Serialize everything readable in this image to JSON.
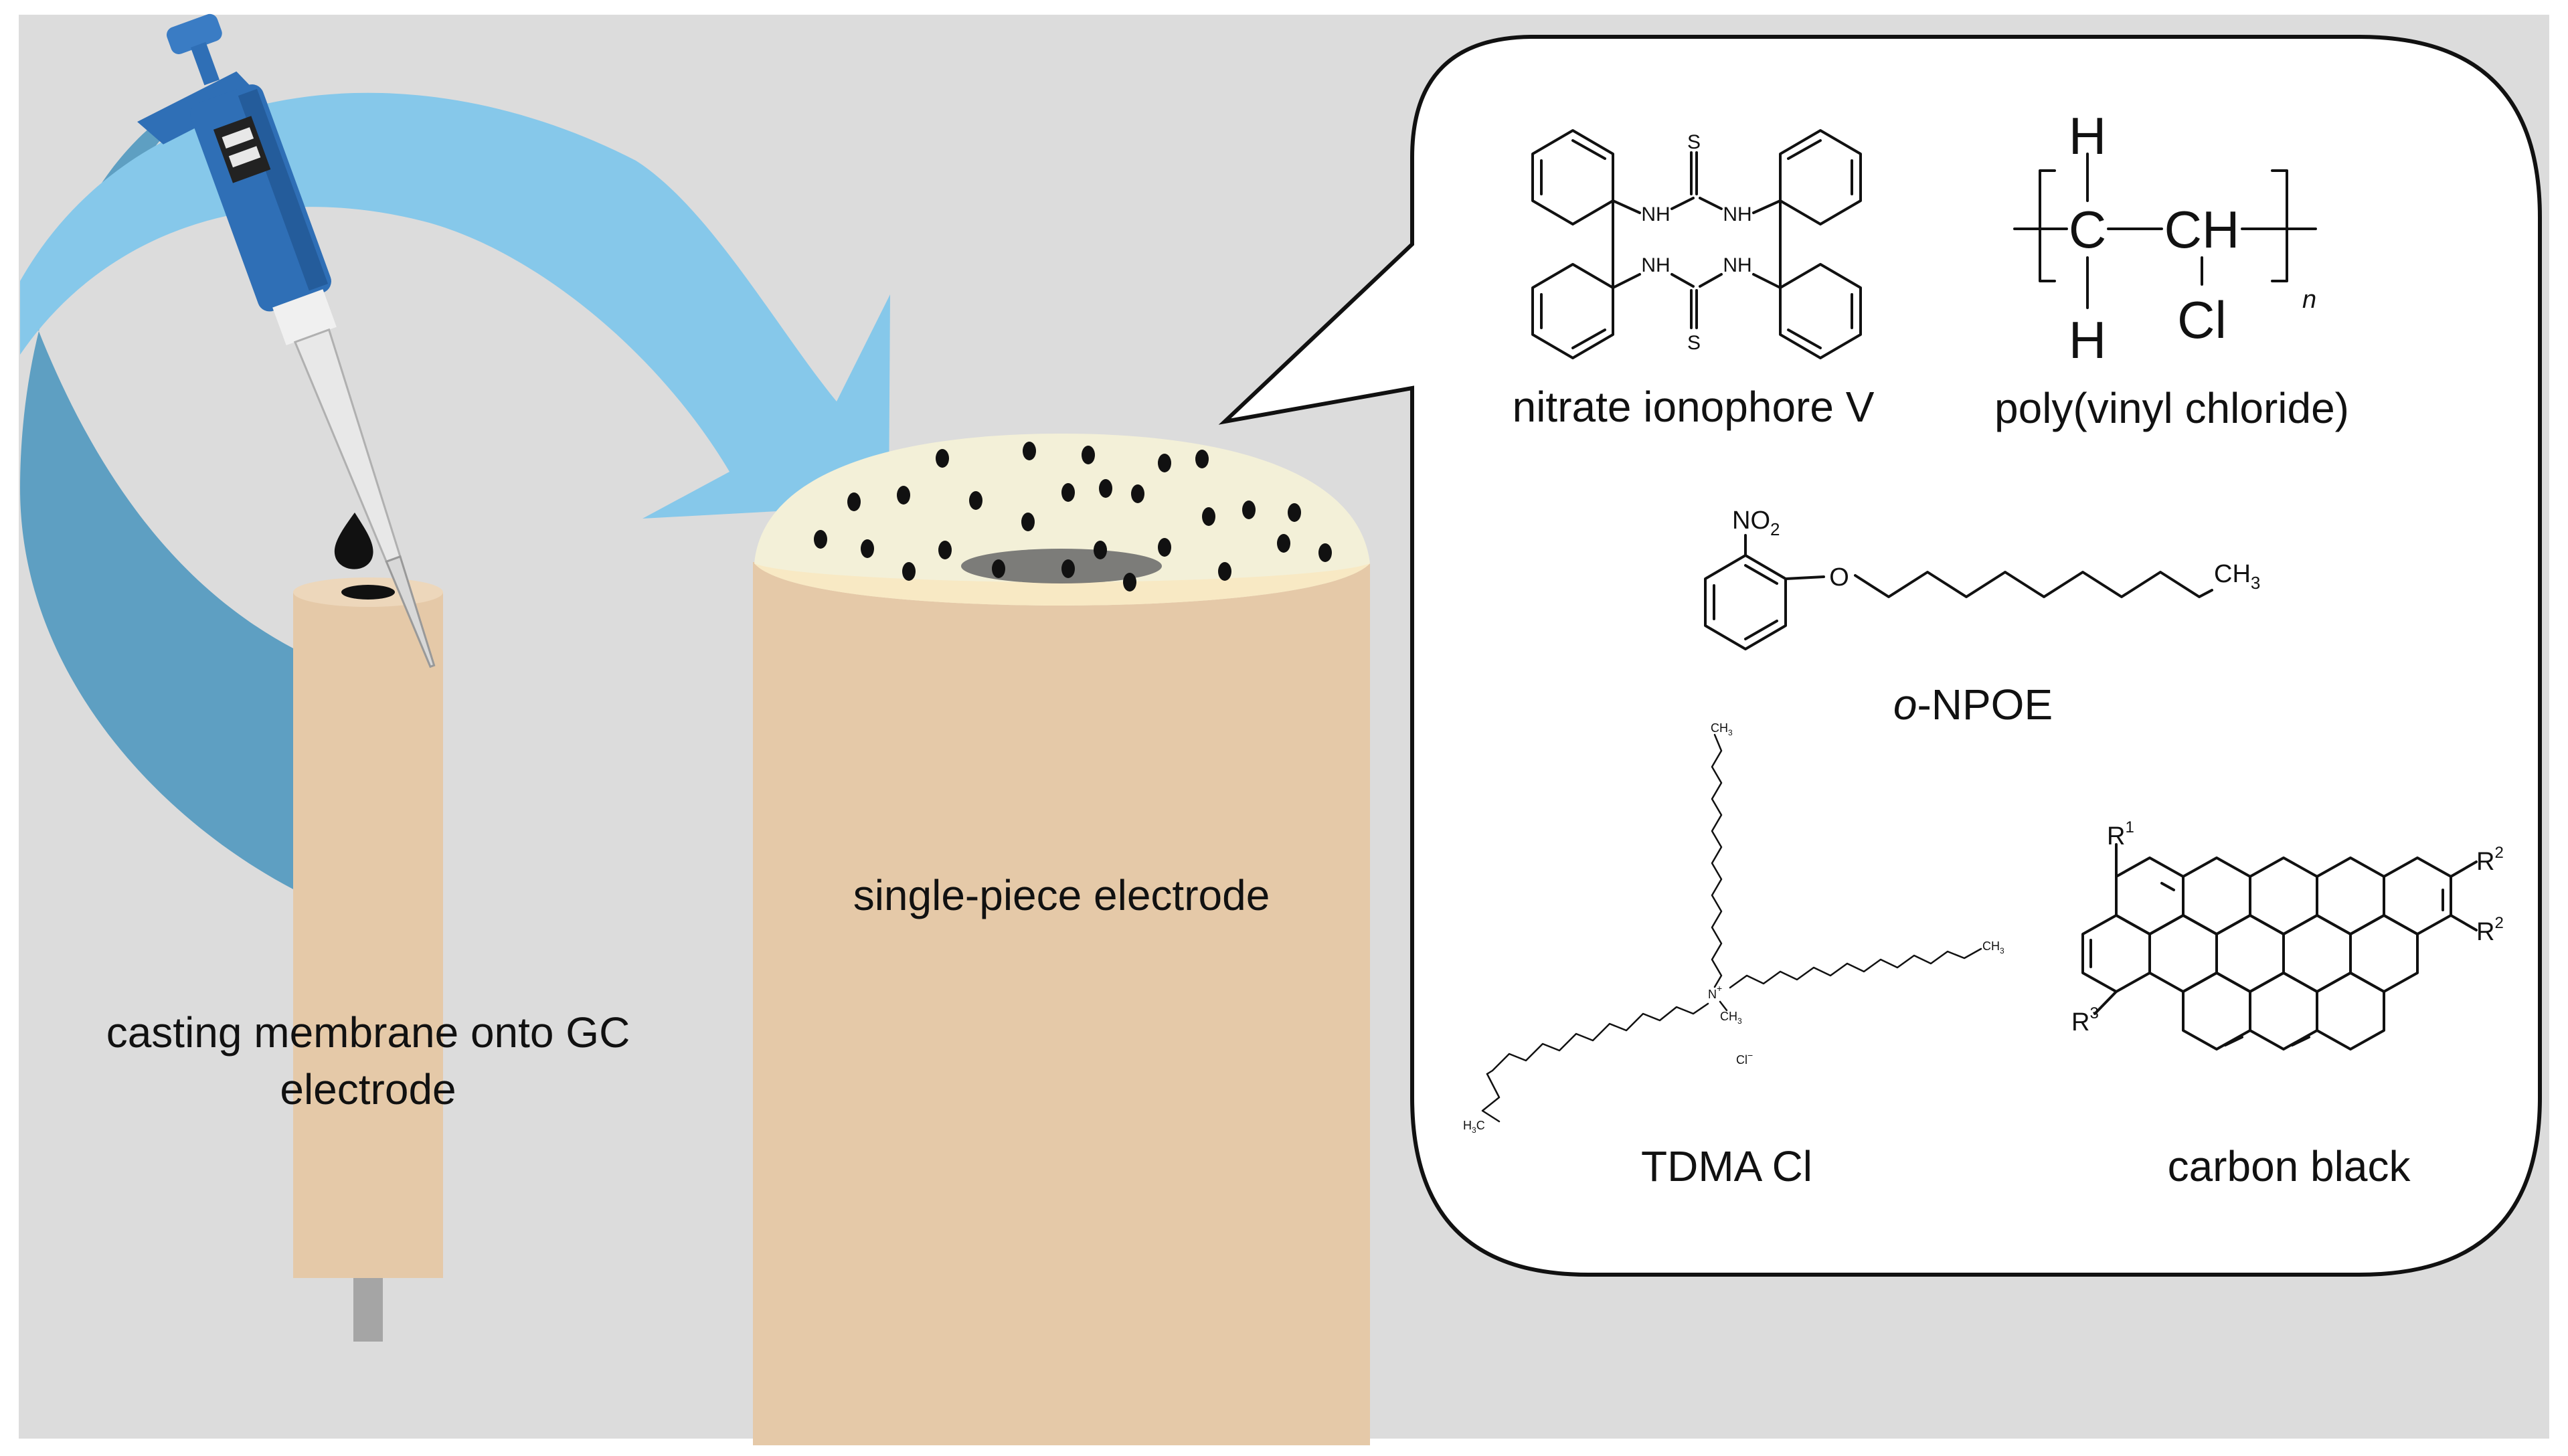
{
  "colors": {
    "background": "#dcdcdc",
    "arrow_light": "#86c8ea",
    "arrow_dark": "#5e9fc2",
    "electrode_body": "#e5c9a8",
    "membrane": "#f3f0d8",
    "pipette_blue": "#2f6fb6",
    "drop": "#111111",
    "panel": "#ffffff"
  },
  "labels": {
    "casting_line1": "casting membrane onto GC",
    "casting_line2": "electrode",
    "single_piece": "single-piece electrode"
  },
  "molecules": {
    "ionophore": {
      "name": "nitrate ionophore V",
      "atoms": {
        "s": "S",
        "nh": "NH"
      }
    },
    "pvc": {
      "name": "poly(vinyl chloride)",
      "atoms": {
        "h": "H",
        "c": "C",
        "ch": "CH",
        "cl": "Cl",
        "n": "n"
      }
    },
    "npoe": {
      "name_italic": "o",
      "name_rest": "-NPOE",
      "atoms": {
        "no2": "NO",
        "no2_sub": "2",
        "o": "O",
        "ch3": "CH",
        "ch3_sub": "3"
      }
    },
    "tdma": {
      "name": "TDMA Cl",
      "atoms": {
        "ch3": "CH",
        "sub3": "3",
        "n": "N",
        "plus": "+",
        "h3c": "H",
        "c": "C",
        "cl": "Cl",
        "minus": "−"
      }
    },
    "carbon_black": {
      "name": "carbon black",
      "atoms": {
        "r": "R",
        "one": "1",
        "two": "2",
        "three": "3"
      }
    }
  }
}
